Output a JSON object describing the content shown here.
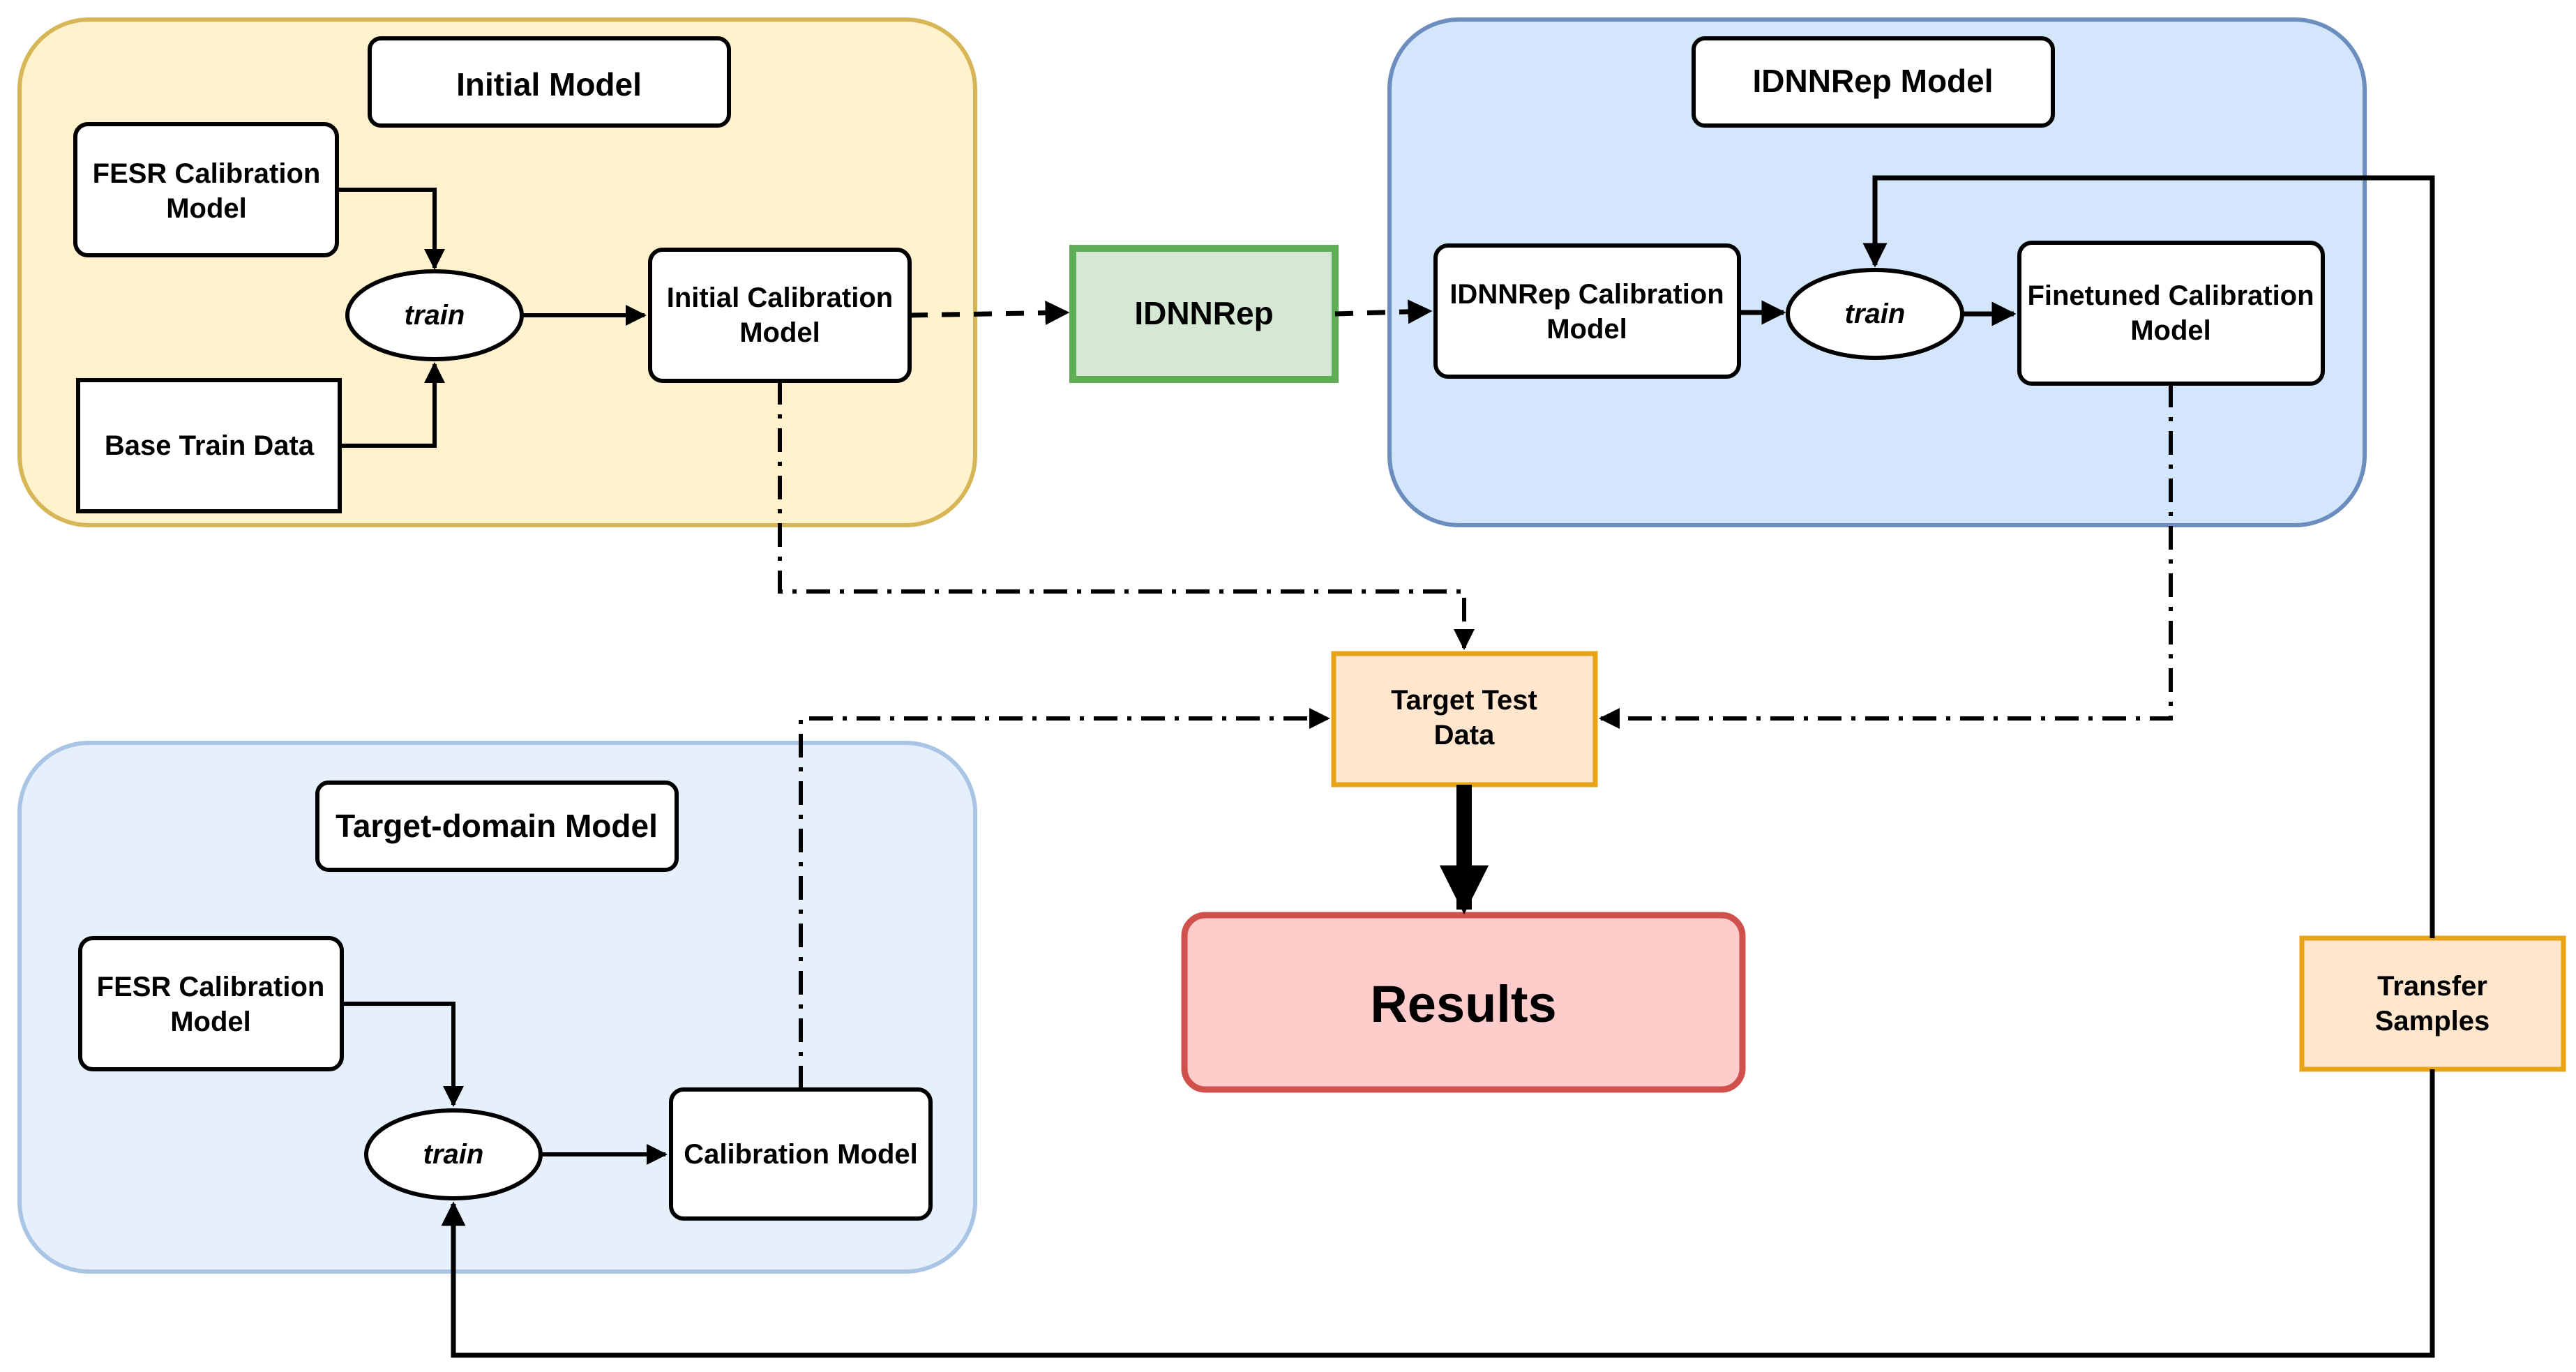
{
  "initial_group": {
    "title": "Initial Model",
    "fesr": [
      "FESR Calibration",
      "Model"
    ],
    "base_data": "Base Train Data",
    "train": "train",
    "initial_calib": [
      "Initial Calibration",
      "Model"
    ]
  },
  "idnnrep_node": "IDNNRep",
  "idnnrep_group": {
    "title": "IDNNRep Model",
    "calib": [
      "IDNNRep Calibration",
      "Model"
    ],
    "train": "train",
    "finetuned": [
      "Finetuned Calibration",
      "Model"
    ]
  },
  "target_test": [
    "Target Test",
    "Data"
  ],
  "results": "Results",
  "target_group": {
    "title": "Target-domain Model",
    "fesr": [
      "FESR Calibration",
      "Model"
    ],
    "train": "train",
    "calib": "Calibration Model"
  },
  "transfer": [
    "Transfer",
    "Samples"
  ],
  "colors": {
    "initial_fill": "#FFF2CC",
    "initial_stroke": "#D6B656",
    "idnnrep_fill": "#D4E6FB",
    "idnnrep_stroke": "#6C8EBF",
    "target_fill": "#E6F0FC",
    "target_stroke": "#A9C4E4",
    "idnnrep_node_fill": "#D5E8D4",
    "idnnrep_node_stroke": "#5FAD56",
    "test_fill": "#FFE6CC",
    "test_stroke": "#E8A317",
    "results_fill": "#FFCCCC",
    "results_stroke": "#D0504C"
  }
}
